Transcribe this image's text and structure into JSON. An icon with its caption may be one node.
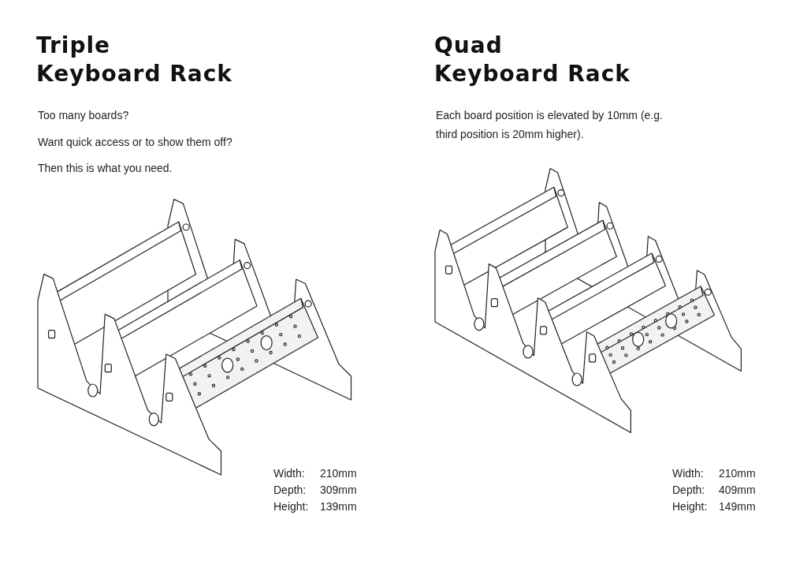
{
  "diagram": {
    "labels": [
      "Triple",
      "Keyboard Rack",
      "Too many boards?",
      "Want quick access or to show them off?",
      "Then this is what you need.",
      "Width:",
      "210mm",
      "Depth:",
      "309mm",
      "Height:",
      "139mm",
      "Quad",
      "Keyboard Rack",
      "Each board position is elevated by 10mm (e.g. third position is 20mm higher).",
      "Width:",
      "210mm",
      "Depth:",
      "409mm",
      "Height:",
      "149mm"
    ]
  }
}
